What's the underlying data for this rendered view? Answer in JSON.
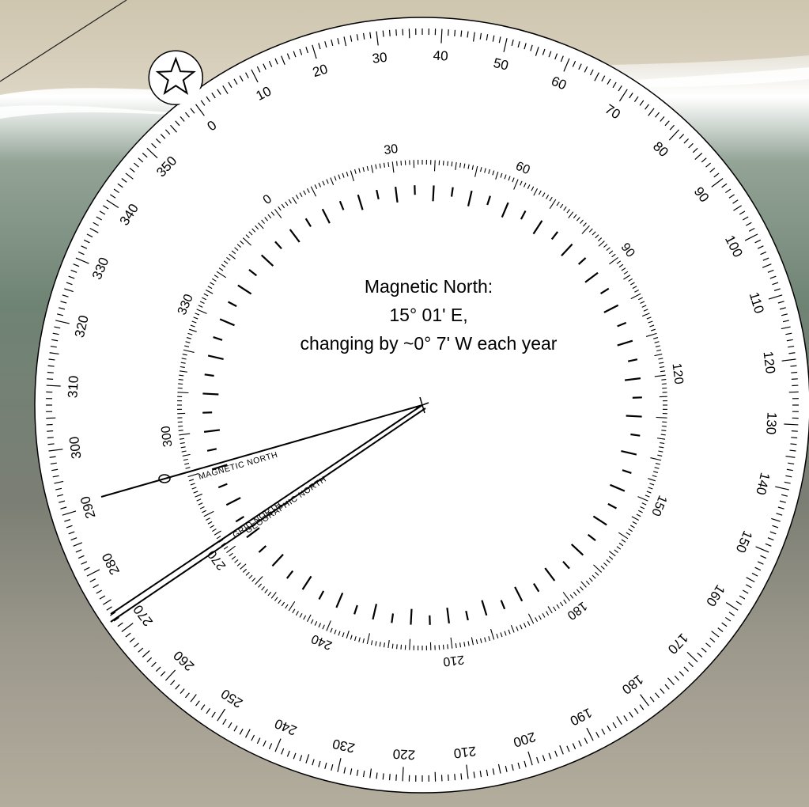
{
  "declination": {
    "line1": "Magnetic North:",
    "line2": "15° 01' E,",
    "line3": "changing by ~0° 7' W each year"
  },
  "north_lines": {
    "magnetic": "MAGNETIC NORTH",
    "geographic": "GEOGRAPHIC NORTH",
    "grid": "GRID NORTH"
  },
  "outer_scale": {
    "degrees_per_label": 10,
    "labels": [
      "0",
      "10",
      "20",
      "30",
      "40",
      "50",
      "60",
      "70",
      "80",
      "90",
      "100",
      "110",
      "120",
      "130",
      "140",
      "150",
      "160",
      "170",
      "180",
      "190",
      "200",
      "210",
      "220",
      "230",
      "240",
      "250",
      "260",
      "270",
      "280",
      "290",
      "300",
      "310",
      "320",
      "330",
      "340",
      "350"
    ]
  },
  "inner_scale": {
    "degrees_per_label": 30,
    "labels": [
      "0",
      "30",
      "60",
      "90",
      "120",
      "150",
      "180",
      "210",
      "240",
      "270",
      "300",
      "330"
    ]
  },
  "colors": {
    "plate": "#ffffff",
    "ink": "#000000",
    "beach": "#cfc5ad",
    "surf": "#ffffff",
    "water": "#6f8374",
    "ground": "#a29e92"
  },
  "marker_icon": "star-icon"
}
